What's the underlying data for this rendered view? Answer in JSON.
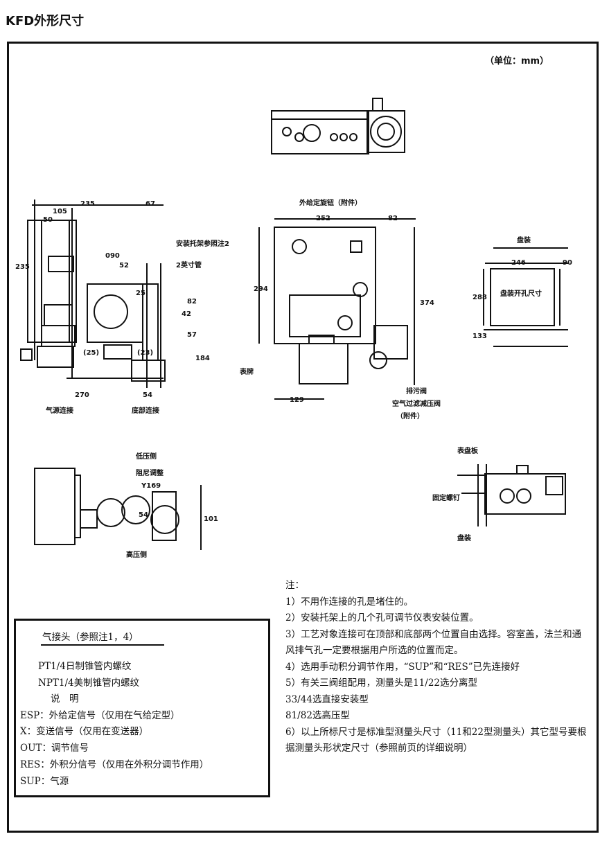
{
  "page_title": "KFD外形尺寸",
  "unit": "（单位：mm）",
  "side_view": {
    "dims": [
      "235",
      "105",
      "50",
      "67",
      "235",
      "090",
      "52",
      "25",
      "82",
      "42",
      "57",
      "184",
      "(25)",
      "(23)",
      "270",
      "54"
    ],
    "labels": [
      "安装托架参照注2",
      "2英寸管",
      "气源连接",
      "底部连接"
    ]
  },
  "front_view": {
    "labels": [
      "外给定旋钮（附件）",
      "表牌",
      "排污阀",
      "空气过滤减压阀",
      "（附件）"
    ],
    "dims": [
      "252",
      "82",
      "294",
      "374",
      "129"
    ]
  },
  "panel_cutout": {
    "title": "盘装",
    "inner_label": "盘装开孔尺寸",
    "dims": [
      "246",
      "90",
      "288",
      "133"
    ]
  },
  "bottom_view": {
    "labels": [
      "低压侧",
      "阻尼调整",
      "Y169",
      "高压侧"
    ],
    "dims": [
      "54",
      "101"
    ]
  },
  "panel_mount": {
    "labels": [
      "表盘板",
      "固定螺钉",
      "盘装"
    ]
  },
  "notes": {
    "heading": "注：",
    "items": [
      "1）不用作连接的孔是堵住的。",
      "2）安装托架上的几个孔可调节仪表安装位置。",
      "3）工艺对象连接可在顶部和底部两个位置自由选择。容室盖，法兰和通风排气孔一定要根据用户所选的位置而定。",
      "4）选用手动积分调节作用，“SUP”和“RES”已先连接好",
      "5）有关三阀组配用，测量头是11/22选分离型",
      "33/44选直接安装型",
      "81/82选高压型",
      "6）以上所标尺寸是标准型测量头尺寸（11和22型测量头）其它型号要根据测量头形状定尺寸（参照前页的详细说明）"
    ]
  },
  "legend": {
    "heading": "气接头（参照注1，4）",
    "lines": [
      "PT1/4日制锥管内螺纹",
      "NPT1/4美制锥管内螺纹",
      "说　明",
      "ESP：外给定信号（仅用在气给定型）",
      "X：变送信号（仅用在变送器）",
      "OUT：调节信号",
      "RES：外积分信号（仅用在外积分调节作用）",
      "SUP：气源"
    ]
  }
}
